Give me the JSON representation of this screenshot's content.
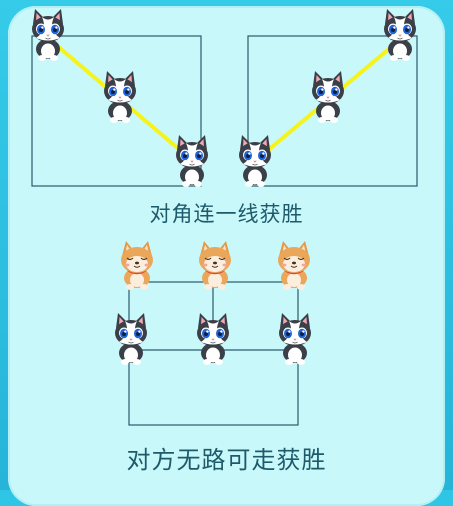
{
  "rules": {
    "rule_diagonal": "对角连一线获胜",
    "rule_blocked": "对方无路可走获胜"
  },
  "pieces": {
    "cat_piece": "black-white-cat",
    "dog_piece": "shiba-dog"
  },
  "colors": {
    "background": "#2fc6e6",
    "panel": "#c9f8fb",
    "board_line": "#2a5b6b",
    "win_line": "#f6f21c"
  }
}
